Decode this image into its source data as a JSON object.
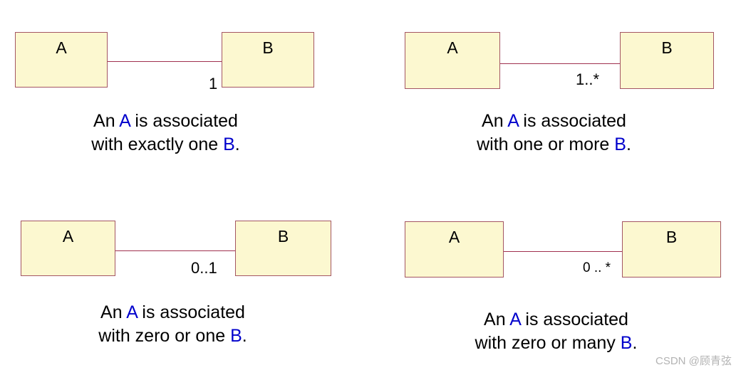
{
  "background_color": "#ffffff",
  "palette": {
    "box_fill": "#fcf8d0",
    "box_border": "#a45663",
    "connector": "#a0304f",
    "text": "#000000",
    "class_letter": "#0000cc",
    "watermark": "#b3b3b3"
  },
  "diagrams": [
    {
      "id": "exactly-one",
      "class_a": "A",
      "class_b": "B",
      "multiplicity": "1",
      "caption_line1_pre": "An ",
      "caption_line1_a": "A",
      "caption_line1_post": " is associated",
      "caption_line2_pre": "with exactly one ",
      "caption_line2_b": "B",
      "caption_line2_post": "."
    },
    {
      "id": "one-or-more",
      "class_a": "A",
      "class_b": "B",
      "multiplicity": "1..*",
      "caption_line1_pre": "An ",
      "caption_line1_a": "A",
      "caption_line1_post": " is associated",
      "caption_line2_pre": "with one or more ",
      "caption_line2_b": "B",
      "caption_line2_post": "."
    },
    {
      "id": "zero-or-one",
      "class_a": "A",
      "class_b": "B",
      "multiplicity": "0..1",
      "caption_line1_pre": "An ",
      "caption_line1_a": "A",
      "caption_line1_post": " is associated",
      "caption_line2_pre": "with zero or one ",
      "caption_line2_b": "B",
      "caption_line2_post": "."
    },
    {
      "id": "zero-or-many",
      "class_a": "A",
      "class_b": "B",
      "multiplicity": "0 .. *",
      "caption_line1_pre": "An ",
      "caption_line1_a": "A",
      "caption_line1_post": " is associated",
      "caption_line2_pre": "with zero or many ",
      "caption_line2_b": "B",
      "caption_line2_post": "."
    }
  ],
  "watermark": "CSDN @顾青弦"
}
